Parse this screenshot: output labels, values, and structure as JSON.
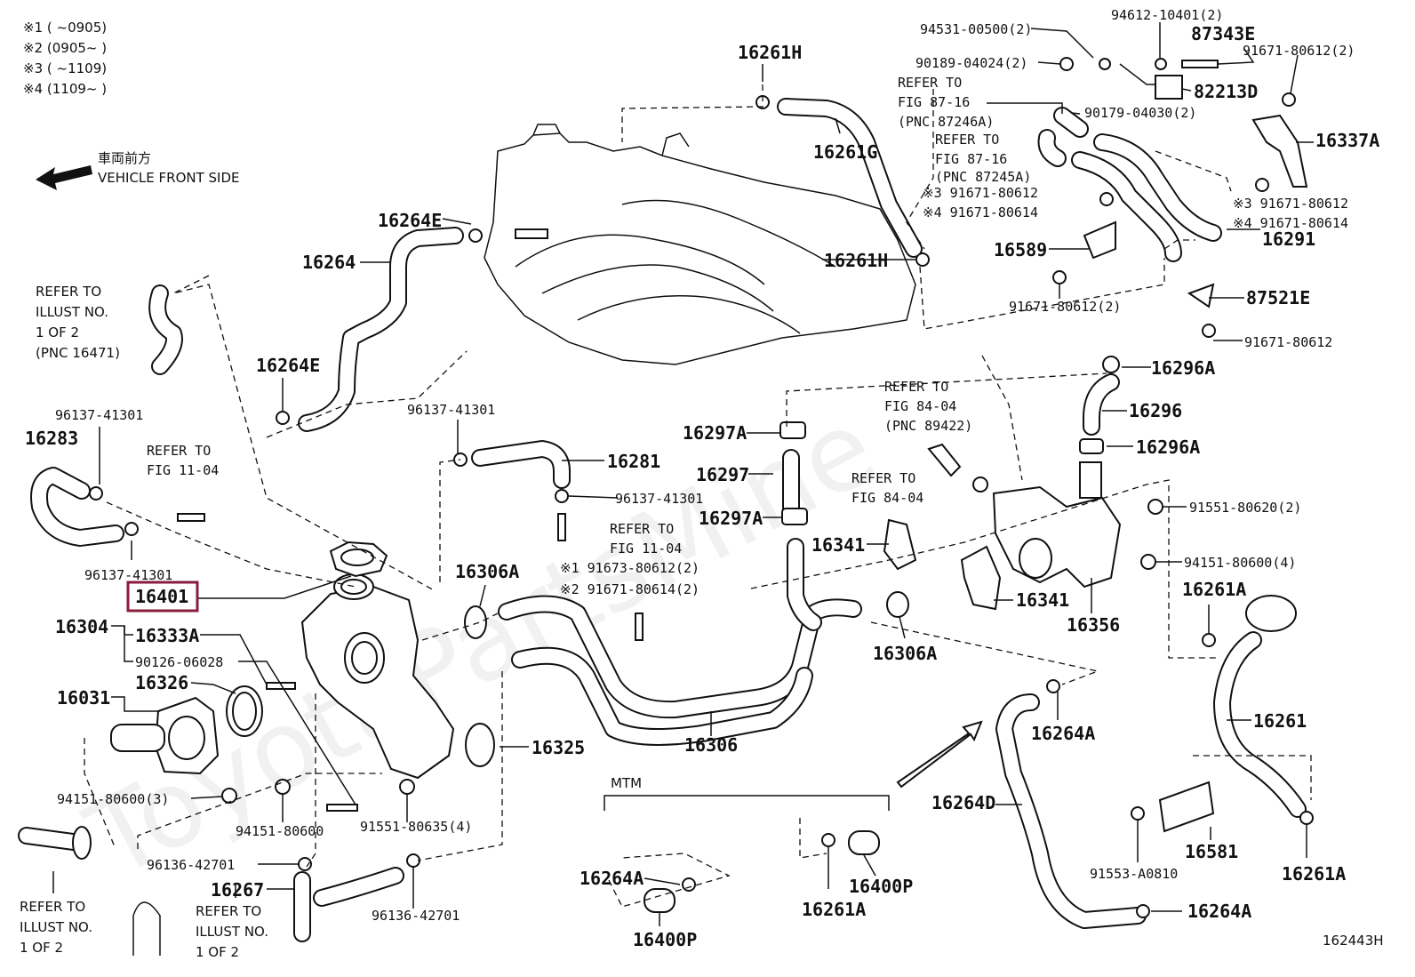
{
  "notes": {
    "n1": "※1 (       ~0905)",
    "n2": "※2 (0905~       )",
    "n3": "※3 (       ~1109)",
    "n4": "※4 (1109~       )"
  },
  "front": {
    "jp": "車両前方",
    "en": "VEHICLE FRONT SIDE"
  },
  "refer_illust_1": [
    "REFER TO",
    "ILLUST NO.",
    "1 OF 2",
    "(PNC 16471)"
  ],
  "refer_illust_bl": [
    "REFER TO",
    "ILLUST NO.",
    "1 OF 2"
  ],
  "refer_illust_bc": [
    "REFER TO",
    "ILLUST NO.",
    "1 OF 2"
  ],
  "refer_fig1104_a": [
    "REFER TO",
    "FIG 11-04"
  ],
  "refer_fig1104_b": [
    "REFER TO",
    "FIG 11-04"
  ],
  "refer_fig8716_a": [
    "REFER TO",
    "FIG 87-16",
    "(PNC 87246A)"
  ],
  "refer_fig8716_b": [
    "REFER TO",
    "FIG 87-16",
    "(PNC 87245A)"
  ],
  "refer_fig8404_a": [
    "REFER TO",
    "FIG 84-04",
    "(PNC 89422)"
  ],
  "refer_fig8404_b": [
    "REFER TO",
    "FIG 84-04"
  ],
  "labels": {
    "p16261H_top": "16261H",
    "p16261G": "16261G",
    "p16264E_a": "16264E",
    "p16264": "16264",
    "p16261H_mid": "16261H",
    "p16264E_b": "16264E",
    "p94531": "94531-00500(2)",
    "p94612": "94612-10401(2)",
    "p87343E": "87343E",
    "p91671_2": "91671-80612(2)",
    "p90189": "90189-04024(2)",
    "p82213D": "82213D",
    "p90179": "90179-04030(2)",
    "p16337A": "16337A",
    "p91671_n3a": "※3 91671-80612",
    "p91671_n4a": "※4 91671-80614",
    "p91671_n3b": "※3 91671-80612",
    "p91671_n4b": "※4 91671-80614",
    "p16291": "16291",
    "p16589": "16589",
    "p91671_c": "91671-80612(2)",
    "p87521E": "87521E",
    "p91671_d": "91671-80612",
    "p16296A_a": "16296A",
    "p16296": "16296",
    "p16296A_b": "16296A",
    "p16283": "16283",
    "p96137_a": "96137-41301",
    "p96137_b": "96137-41301",
    "p96137_c": "96137-41301",
    "p96137_d": "96137-41301",
    "p16281": "16281",
    "p16297A_a": "16297A",
    "p16297": "16297",
    "p16297A_b": "16297A",
    "p16341_a": "16341",
    "p16341_b": "16341",
    "p91551_620": "91551-80620(2)",
    "p94151_4": "94151-80600(4)",
    "p16401": "16401",
    "p16304": "16304",
    "p16333A": "16333A",
    "p90126": "90126-06028",
    "p16306A_a": "16306A",
    "p16306A_b": "16306A",
    "p91673": "※1 91673-80612(2)",
    "p91671_n2": "※2 91671-80614(2)",
    "p16356": "16356",
    "p16261A_a": "16261A",
    "p16031": "16031",
    "p16326": "16326",
    "p16325": "16325",
    "p16306": "16306",
    "p16264A_a": "16264A",
    "p16261": "16261",
    "p94151_3": "94151-80600(3)",
    "p94151_s": "94151-80600",
    "p91551_4": "91551-80635(4)",
    "mtm": "MTM",
    "p16264D": "16264D",
    "p96136_a": "96136-42701",
    "p16267": "16267",
    "p96136_b": "96136-42701",
    "p16264A_b": "16264A",
    "p16400P_a": "16400P",
    "p16261A_b": "16261A",
    "p16400P_b": "16400P",
    "p91553": "91553-A0810",
    "p16581": "16581",
    "p16261A_c": "16261A",
    "p16264A_c": "16264A",
    "code": "162443H"
  }
}
